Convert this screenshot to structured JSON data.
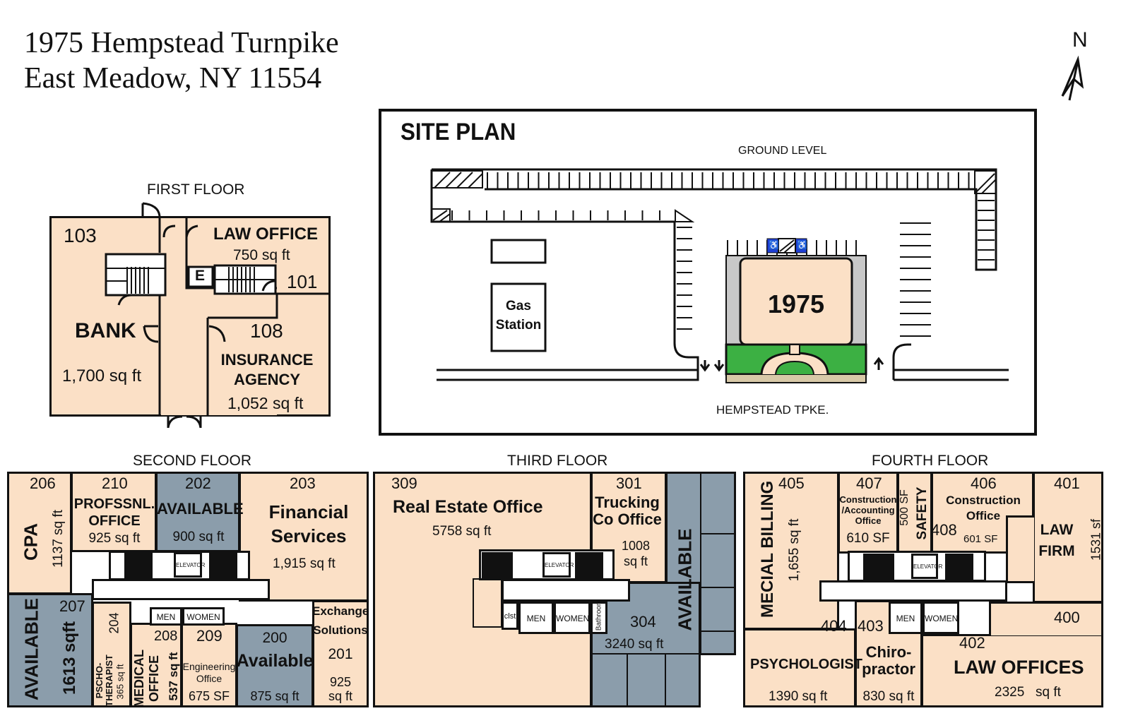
{
  "header": {
    "line1": "1975 Hempstead Turnpike",
    "line2": "East Meadow, NY 11554",
    "north": "N"
  },
  "site_plan": {
    "title": "SITE PLAN",
    "ground_level": "GROUND LEVEL",
    "street": "HEMPSTEAD TPKE.",
    "gas_station_line1": "Gas",
    "gas_station_line2": "Station",
    "building": "1975"
  },
  "first_floor": {
    "label": "FIRST FLOOR",
    "bank": {
      "number": "103",
      "name": "BANK",
      "area": "1,700 sq ft"
    },
    "law": {
      "name": "LAW OFFICE",
      "area": "750 sq ft",
      "number": "101"
    },
    "elevator": "E",
    "insurance": {
      "number": "108",
      "name1": "INSURANCE",
      "name2": "AGENCY",
      "area": "1,052 sq ft"
    }
  },
  "second_floor": {
    "label": "SECOND FLOOR",
    "r206": {
      "number": "206",
      "name": "CPA",
      "area": "1137 sq ft"
    },
    "r210": {
      "number": "210",
      "name1": "PROFSSNL.",
      "name2": "OFFICE",
      "area": "925 sq ft"
    },
    "r202": {
      "number": "202",
      "name": "AVAILABLE",
      "area": "900 sq ft"
    },
    "r203": {
      "number": "203",
      "name1": "Financial",
      "name2": "Services",
      "area": "1,915 sq ft"
    },
    "elevator": "ELEVATOR",
    "r207": {
      "number": "207",
      "name": "AVAILABLE",
      "area": "1613 sqft"
    },
    "r204": {
      "number": "204",
      "name1": "PSCHO-",
      "name2": "THERAPIST",
      "area": "365 sq ft"
    },
    "r208": {
      "number": "208",
      "name1": "MEDICAL",
      "name2": "OFFICE",
      "area": "537 sq ft"
    },
    "men": "MEN",
    "women": "WOMEN",
    "r209": {
      "number": "209",
      "name1": "Engineering",
      "name2": "Office",
      "area": "675 SF"
    },
    "r200": {
      "number": "200",
      "name": "Available",
      "area": "875 sq ft"
    },
    "r201": {
      "name1": "Exchange",
      "name2": "Solutions",
      "number": "201",
      "area1": "925",
      "area2": "sq ft"
    }
  },
  "third_floor": {
    "label": "THIRD FLOOR",
    "r309": {
      "number": "309",
      "name": "Real Estate Office",
      "area": "5758 sq ft"
    },
    "r301": {
      "number": "301",
      "name1": "Trucking",
      "name2": "Co Office",
      "area1": "1008",
      "area2": "sq ft"
    },
    "available": "AVAILABLE",
    "elevator": "ELEVATOR",
    "clst": "clst",
    "men": "MEN",
    "women": "WOMEN",
    "bathroom": "Bathroom",
    "r304": {
      "number": "304",
      "area": "3240 sq ft"
    }
  },
  "fourth_floor": {
    "label": "FOURTH FLOOR",
    "r405": {
      "number": "405",
      "name": "MECIAL BILLING",
      "area": "1,655 sq ft"
    },
    "r407": {
      "number": "407",
      "name1": "Construction",
      "name2": "/Accounting",
      "name3": "Office",
      "area": "610 SF"
    },
    "safety": {
      "area": "500 SF",
      "name": "SAFETY"
    },
    "r408": "408",
    "r406": {
      "number": "406",
      "name1": "Construction",
      "name2": "Office",
      "area": "601 SF"
    },
    "r401": {
      "number": "401",
      "name1": "LAW",
      "name2": "FIRM",
      "area": "1531 sf"
    },
    "elevator": "ELEVATOR",
    "r404": {
      "number": "404",
      "name": "PSYCHOLOGIST",
      "area": "1390 sq ft"
    },
    "r403": {
      "number": "403",
      "name1": "Chiro-",
      "name2": "practor",
      "area": "830 sq ft"
    },
    "men": "MEN",
    "women": "WOMEN",
    "r402": {
      "number": "402",
      "name": "LAW OFFICES",
      "area1": "2325",
      "area2": "sq ft"
    },
    "r400": "400"
  },
  "colors": {
    "room": "#fbe0c6",
    "available": "#8b9dab",
    "green": "#3cb043",
    "ada_blue": "#1f3fd6"
  }
}
